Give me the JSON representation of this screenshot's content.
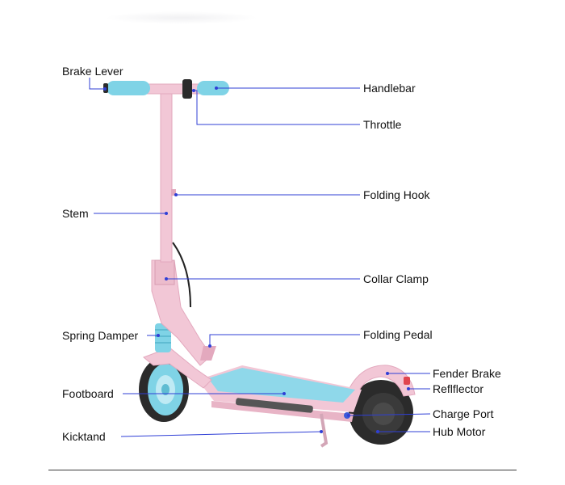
{
  "diagram": {
    "labels": {
      "brake_lever": "Brake Lever",
      "handlebar": "Handlebar",
      "throttle": "Throttle",
      "folding_hook": "Folding Hook",
      "stem": "Stem",
      "collar_clamp": "Collar Clamp",
      "spring_damper": "Spring Damper",
      "folding_pedal": "Folding Pedal",
      "fender_brake": "Fender Brake",
      "reflector": "Reflflector",
      "footboard": "Footboard",
      "charge_port": "Charge Port",
      "kickstand": "Kicktand",
      "hub_motor": "Hub Motor"
    },
    "colors": {
      "frame_pink": "#f2c7d6",
      "frame_pink_dark": "#e3a9be",
      "accent_blue": "#7fd3e6",
      "deck_blue": "#8fd8ea",
      "tire_dark": "#2b2b2b",
      "leader_line": "#2f3fd6",
      "reflector_red": "#e0454f"
    }
  }
}
